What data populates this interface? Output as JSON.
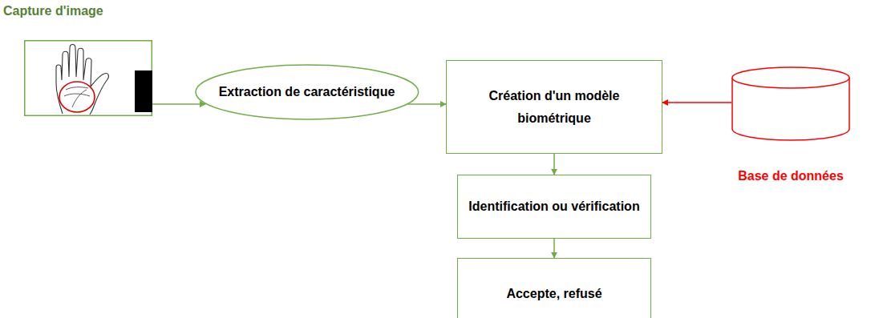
{
  "diagram": {
    "nodes": [
      {
        "text": [
          "Capture d'image"
        ]
      },
      {
        "text": [
          "Extraction de caractéristique"
        ]
      },
      {
        "text": [
          "Création d'un modèle biométrique"
        ]
      },
      {
        "text": [
          "Base de données"
        ]
      },
      {
        "text": [
          "Identification ou vérification"
        ]
      },
      {
        "text": [
          "Accepte, refusé"
        ]
      }
    ],
    "edges": [
      {
        "from": 0,
        "to": 1,
        "arrow": "to"
      },
      {
        "from": 1,
        "to": 2,
        "arrow": "to"
      },
      {
        "from": 3,
        "to": 2,
        "arrow": "to"
      },
      {
        "from": 2,
        "to": 4,
        "arrow": "to"
      },
      {
        "from": 4,
        "to": 5,
        "arrow": "to"
      }
    ]
  }
}
